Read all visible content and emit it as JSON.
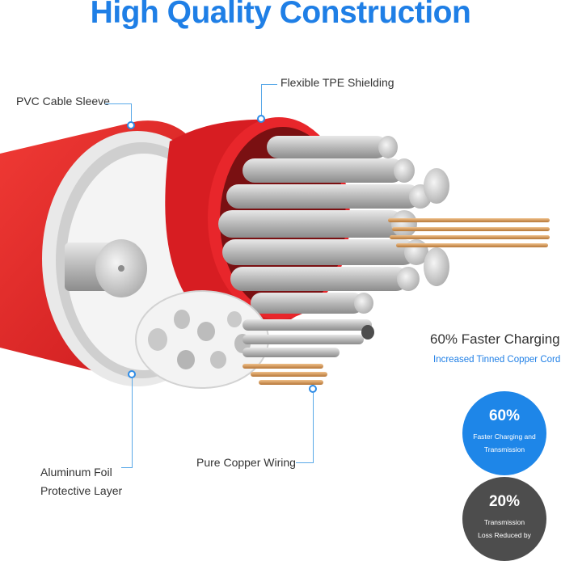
{
  "title": "High Quality Construction",
  "labels": {
    "pvc_sleeve": "PVC Cable Sleeve",
    "tpe_shielding": "Flexible TPE Shielding",
    "aluminum_foil_line1": "Aluminum Foil",
    "aluminum_foil_line2": "Protective Layer",
    "pure_copper": "Pure Copper Wiring"
  },
  "feature": {
    "title": "60% Faster Charging",
    "subtitle": "Increased Tinned Copper Cord"
  },
  "badges": [
    {
      "value": "60%",
      "line1": "Faster Charging and",
      "line2": "Transmission"
    },
    {
      "value": "20%",
      "line1": "Transmission",
      "line2": "Loss Reduced by"
    }
  ],
  "colors": {
    "accent": "#1f7fe6",
    "cable_red": "#e32025",
    "badge_blue": "#1e86e8",
    "badge_gray": "#4d4d4d"
  }
}
